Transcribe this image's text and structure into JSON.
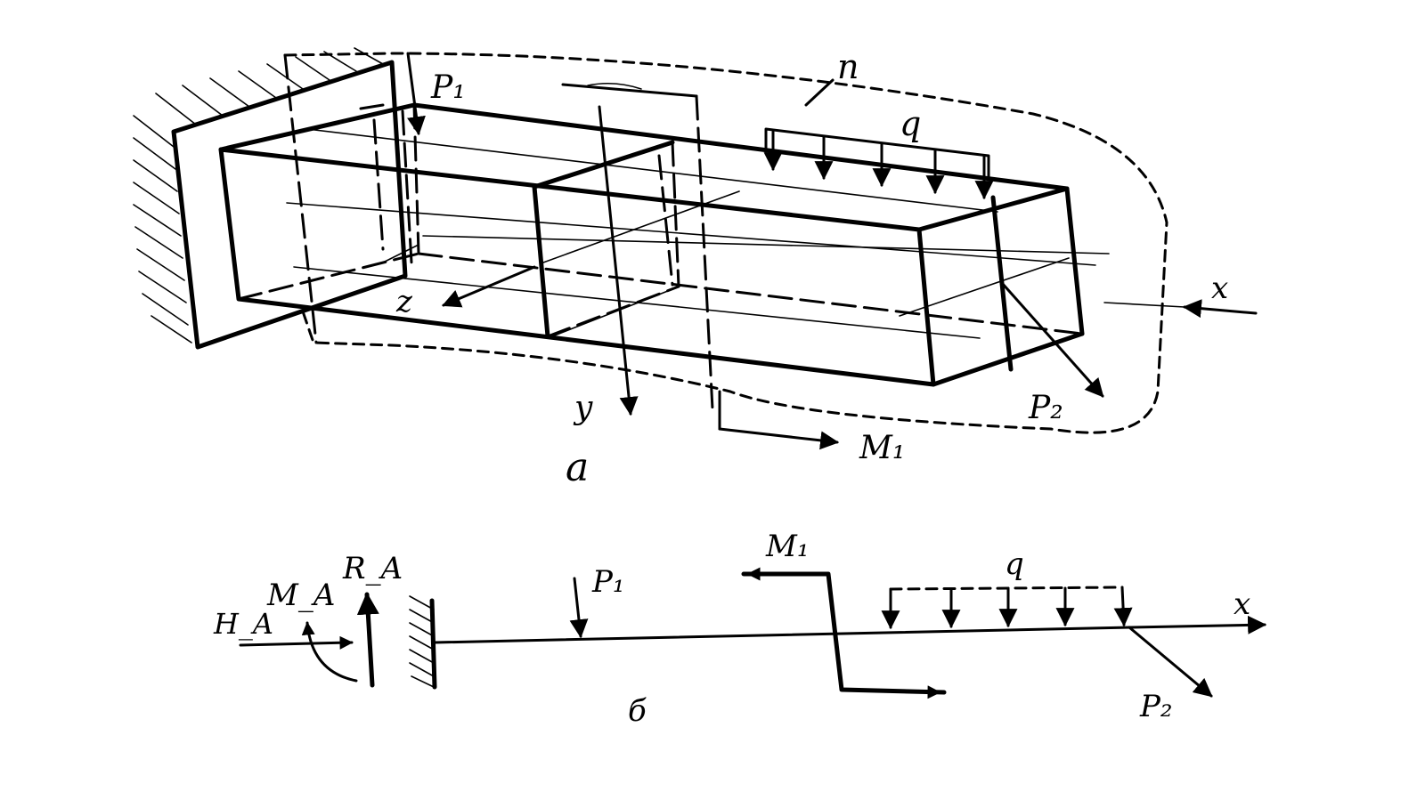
{
  "figure_a": {
    "caption": "a",
    "labels": {
      "p1": "P₁",
      "p2": "P₂",
      "q": "q",
      "n": "n",
      "m1": "M₁",
      "axis_x": "x",
      "axis_y": "y",
      "axis_z": "z"
    }
  },
  "figure_b": {
    "caption": "б",
    "labels": {
      "ra": "R_A",
      "ma": "M_A",
      "ha": "H_A",
      "p1": "P₁",
      "m1": "M₁",
      "q": "q",
      "axis_x": "x",
      "p2": "P₂"
    }
  },
  "colors": {
    "ink": "#000000",
    "paper": "#ffffff"
  }
}
